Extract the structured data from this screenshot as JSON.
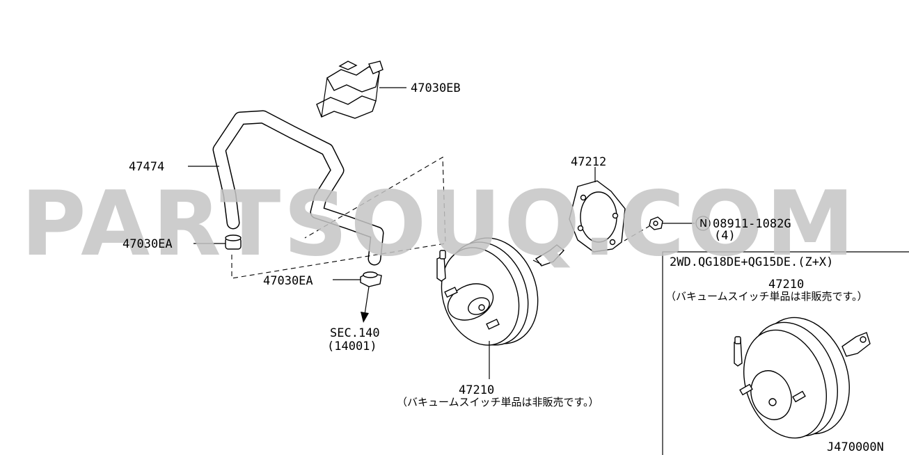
{
  "watermark": "PARTSOUQ.COM",
  "labels": {
    "clip_top": "47030EB",
    "hose": "47474",
    "clamp_upper": "47030EA",
    "clamp_lower": "47030EA",
    "section_ref": "SEC.140",
    "section_sub": "(14001)",
    "gasket": "47212",
    "nut_prefix": "N",
    "nut": "08911-1082G",
    "nut_qty": "(4)",
    "booster": "47210",
    "booster_note": "（バキュームスイッチ単品は非販売です。）"
  },
  "inset": {
    "title": "2WD.QG18DE+QG15DE.(Z+X)",
    "booster": "47210",
    "booster_note": "（バキュームスイッチ単品は非販売です。）"
  },
  "diagram_code": "J470000N"
}
